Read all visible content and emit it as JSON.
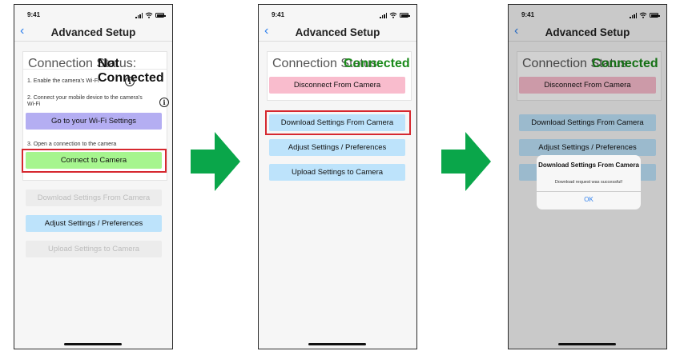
{
  "status_bar": {
    "time": "9:41"
  },
  "nav": {
    "title": "Advanced Setup",
    "back_glyph": "‹"
  },
  "status_label": "Connection Status:",
  "status": {
    "not_connected": "Not Connected",
    "connected": "Connected"
  },
  "steps": {
    "step1": "1. Enable the camera's Wi-Fi",
    "step2": "2. Connect your mobile device to the camera's Wi-Fi",
    "step3": "3. Open a connection to the camera",
    "info_glyph": "i"
  },
  "buttons": {
    "wifi_settings": "Go to your Wi-Fi Settings",
    "connect": "Connect to Camera",
    "disconnect": "Disconnect From Camera",
    "download": "Download Settings From Camera",
    "adjust": "Adjust Settings / Preferences",
    "upload": "Upload Settings to Camera"
  },
  "alert": {
    "title": "Download Settings From Camera",
    "message": "Download request was successful!",
    "ok": "OK"
  },
  "colors": {
    "arrow": "#0aa64a",
    "highlight": "#d6282f",
    "accent": "#2f80ed",
    "connected": "#1a8a1a"
  }
}
